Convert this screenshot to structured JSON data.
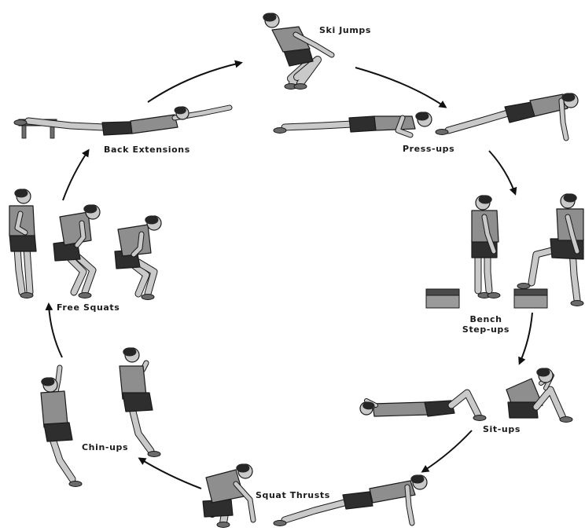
{
  "stations": [
    {
      "id": "ski-jumps",
      "label": "Ski Jumps"
    },
    {
      "id": "press-ups",
      "label": "Press-ups"
    },
    {
      "id": "bench-step-ups",
      "label_line1": "Bench",
      "label_line2": "Step-ups"
    },
    {
      "id": "sit-ups",
      "label": "Sit-ups"
    },
    {
      "id": "squat-thrusts",
      "label": "Squat Thrusts"
    },
    {
      "id": "chin-ups",
      "label": "Chin-ups"
    },
    {
      "id": "free-squats",
      "label": "Free Squats"
    },
    {
      "id": "back-extensions",
      "label": "Back Extensions"
    }
  ],
  "colors": {
    "skin": "#c9c9c9",
    "shirt": "#8e8e8e",
    "shorts": "#2e2e2e",
    "hair": "#262626",
    "shoe": "#6a6a6a",
    "outline": "#1a1a1a",
    "arrow": "#111111"
  }
}
